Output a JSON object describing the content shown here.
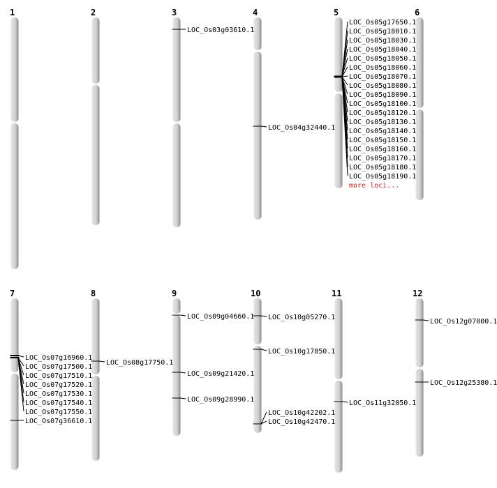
{
  "chromosomes": [
    {
      "name": "1",
      "genes": []
    },
    {
      "name": "2",
      "genes": []
    },
    {
      "name": "3",
      "genes": [
        "LOC_Os03g03610.1"
      ]
    },
    {
      "name": "4",
      "genes": [
        "LOC_Os04g32440.1"
      ]
    },
    {
      "name": "5",
      "genes": [
        "LOC_Os05g17650.1",
        "LOC_Os05g18010.1",
        "LOC_Os05g18030.1",
        "LOC_Os05g18040.1",
        "LOC_Os05g18050.1",
        "LOC_Os05g18060.1",
        "LOC_Os05g18070.1",
        "LOC_Os05g18080.1",
        "LOC_Os05g18090.1",
        "LOC_Os05g18100.1",
        "LOC_Os05g18120.1",
        "LOC_Os05g18130.1",
        "LOC_Os05g18140.1",
        "LOC_Os05g18150.1",
        "LOC_Os05g18160.1",
        "LOC_Os05g18170.1",
        "LOC_Os05g18180.1",
        "LOC_Os05g18190.1"
      ],
      "more": "more loci..."
    },
    {
      "name": "6",
      "genes": []
    },
    {
      "name": "7",
      "genes": [
        "LOC_Os07g16960.1",
        "LOC_Os07g17500.1",
        "LOC_Os07g17510.1",
        "LOC_Os07g17520.1",
        "LOC_Os07g17530.1",
        "LOC_Os07g17540.1",
        "LOC_Os07g17550.1",
        "LOC_Os07g36610.1"
      ]
    },
    {
      "name": "8",
      "genes": [
        "LOC_Os08g17750.1"
      ]
    },
    {
      "name": "9",
      "genes": [
        "LOC_Os09g04660.1",
        "LOC_Os09g21420.1",
        "LOC_Os09g28990.1"
      ]
    },
    {
      "name": "10",
      "genes": [
        "LOC_Os10g05270.1",
        "LOC_Os10g17850.1",
        "LOC_Os10g42202.1",
        "LOC_Os10g42470.1"
      ]
    },
    {
      "name": "11",
      "genes": [
        "LOC_Os11g32050.1"
      ]
    },
    {
      "name": "12",
      "genes": [
        "LOC_Os12g07000.1",
        "LOC_Os12g25380.1"
      ]
    }
  ]
}
